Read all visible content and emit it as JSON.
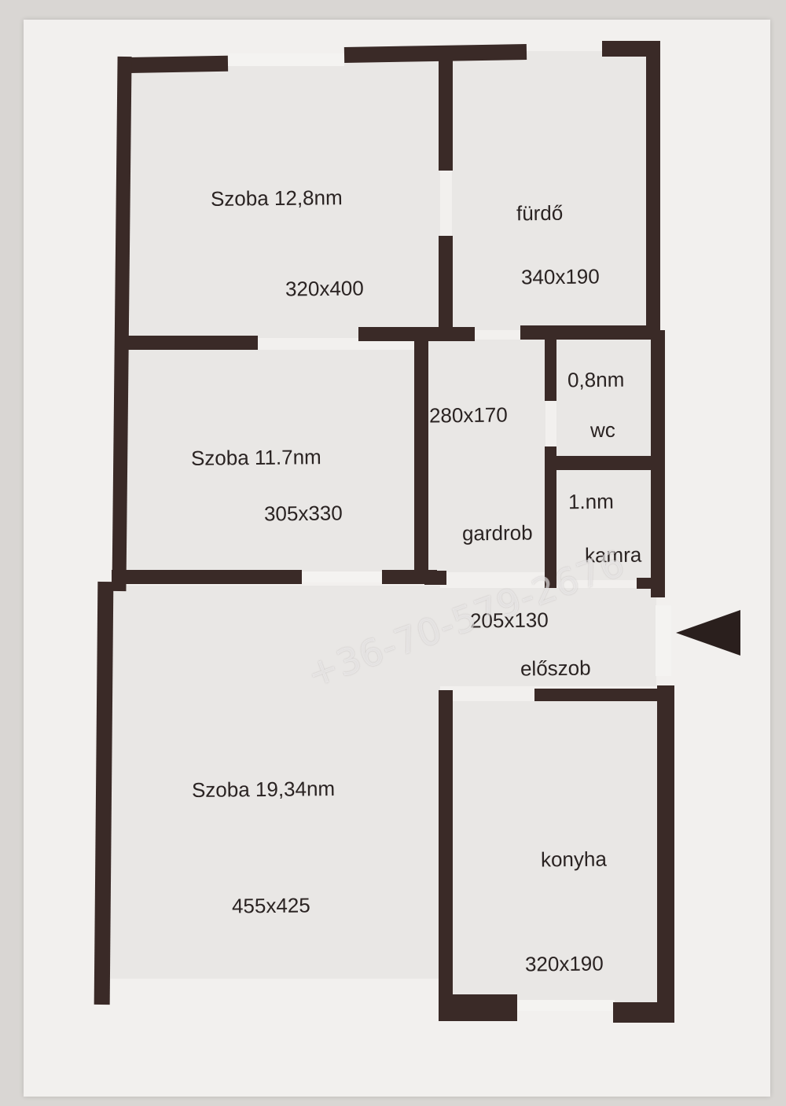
{
  "rooms": {
    "bedroom1": {
      "name": "Szoba 12,8nm",
      "size": "320x400"
    },
    "bathroom": {
      "name": "fürdő",
      "size": "340x190"
    },
    "bedroom2": {
      "name": "Szoba 11.7nm",
      "size": "305x330"
    },
    "wardrobe": {
      "name": "gardrob",
      "size": "280x170"
    },
    "wc": {
      "name": "wc",
      "area": "0,8nm"
    },
    "pantry": {
      "name": "kamra",
      "area": "1.nm"
    },
    "hall": {
      "name": "előszob",
      "size": "205x130"
    },
    "living": {
      "name": "Szoba 19,34nm",
      "size": "455x425"
    },
    "kitchen": {
      "name": "konyha",
      "size": "320x190"
    }
  },
  "watermark": "+36-70-579-2676",
  "colors": {
    "wall": "#3a2a27",
    "floor": "#e9e7e5",
    "paper": "#f2f0ee"
  }
}
